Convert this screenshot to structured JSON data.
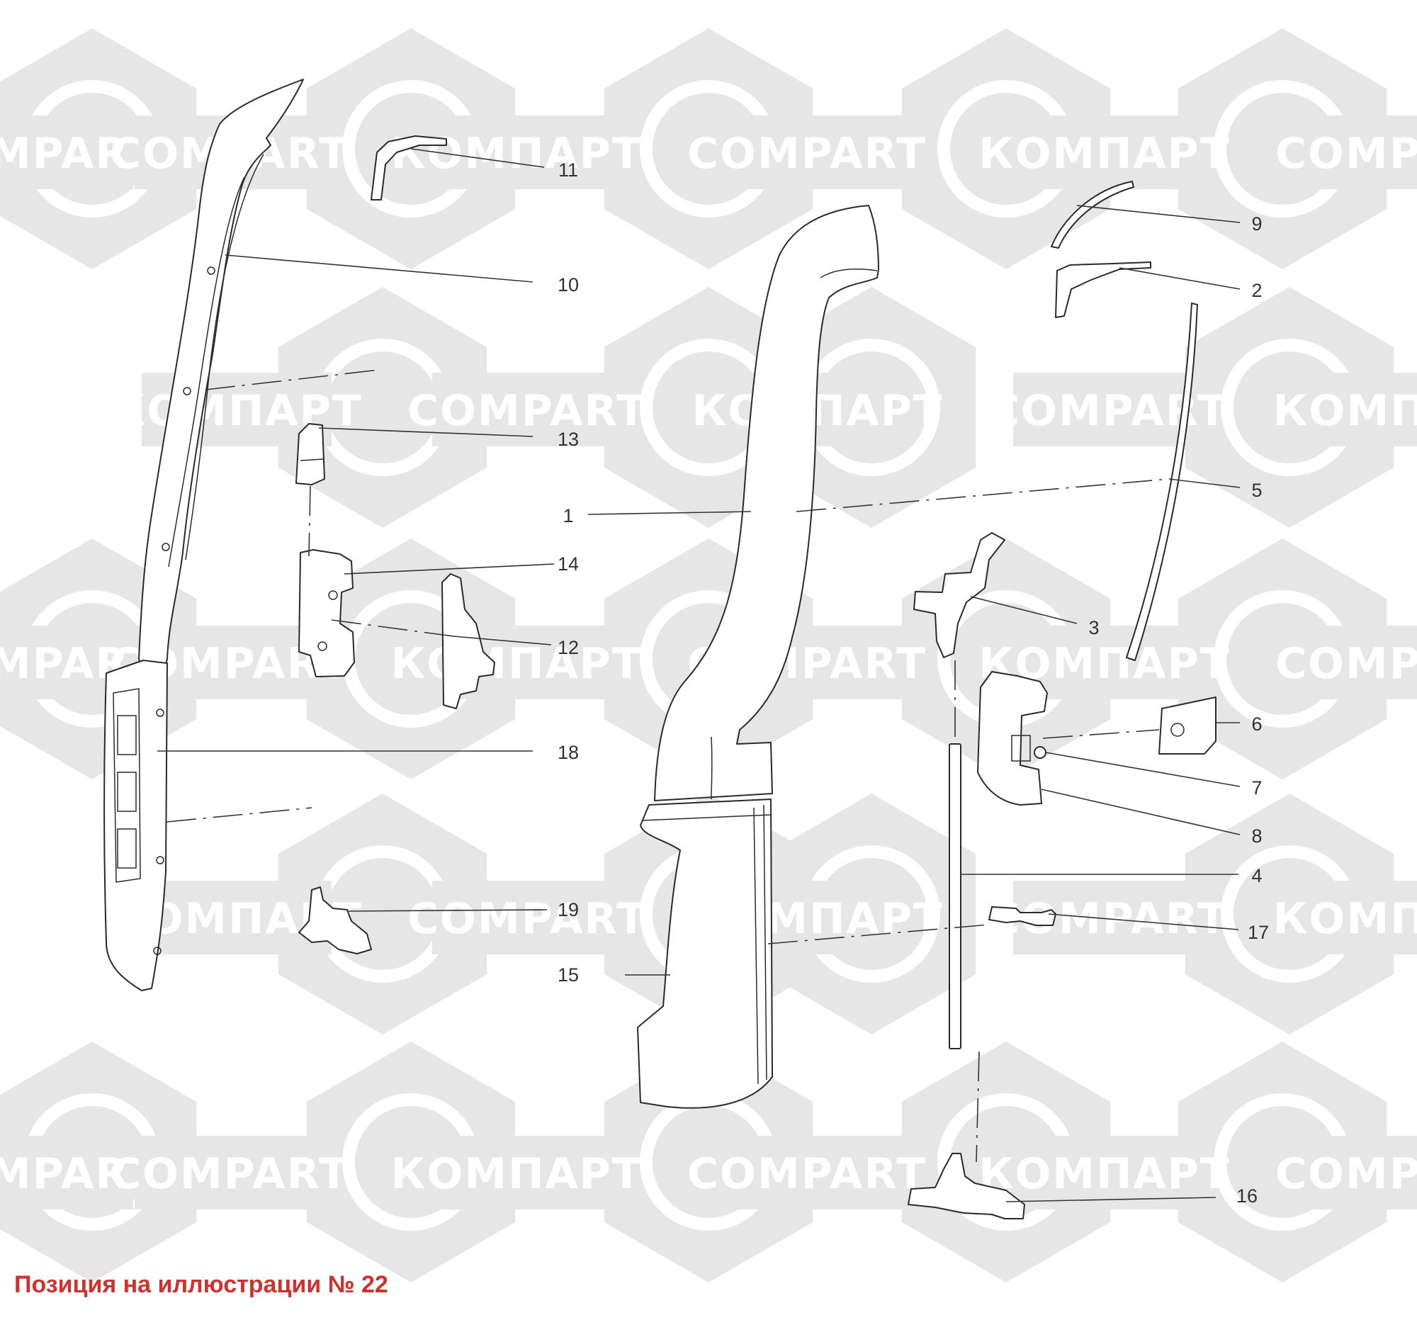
{
  "watermark": {
    "text_latin": "COMPART",
    "text_cyrillic": "КОМПАРТ",
    "color": "#e6e6e6"
  },
  "callouts": [
    {
      "id": "1",
      "label": "1"
    },
    {
      "id": "2",
      "label": "2"
    },
    {
      "id": "3",
      "label": "3"
    },
    {
      "id": "4",
      "label": "4"
    },
    {
      "id": "5",
      "label": "5"
    },
    {
      "id": "6",
      "label": "6"
    },
    {
      "id": "7",
      "label": "7"
    },
    {
      "id": "8",
      "label": "8"
    },
    {
      "id": "9",
      "label": "9"
    },
    {
      "id": "10",
      "label": "10"
    },
    {
      "id": "11",
      "label": "11"
    },
    {
      "id": "12",
      "label": "12"
    },
    {
      "id": "13",
      "label": "13"
    },
    {
      "id": "14",
      "label": "14"
    },
    {
      "id": "15",
      "label": "15"
    },
    {
      "id": "16",
      "label": "16"
    },
    {
      "id": "17",
      "label": "17"
    },
    {
      "id": "18",
      "label": "18"
    },
    {
      "id": "19",
      "label": "19"
    }
  ],
  "caption": "Позиция на иллюстрации № 22",
  "colors": {
    "caption": "#d0312d",
    "line": "#2a2a2a"
  }
}
